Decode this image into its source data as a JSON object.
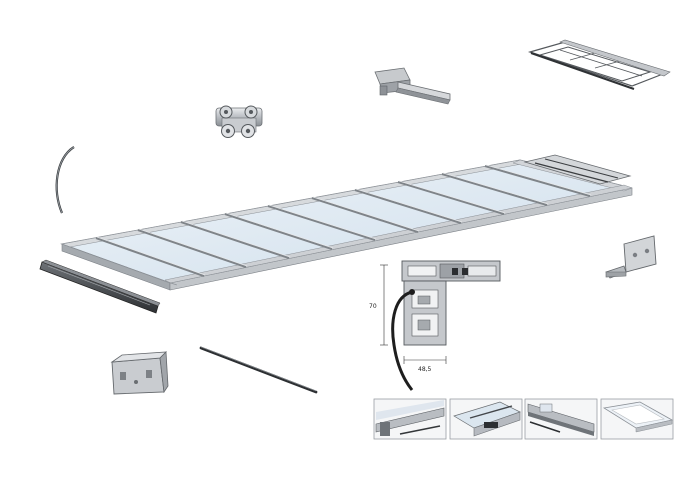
{
  "diagram": {
    "profile_dimensions": {
      "height": "70",
      "width": "48,5"
    },
    "colors": {
      "background": "#ffffff",
      "aluminium_light": "#d9dcdf",
      "aluminium_mid": "#b4b8bd",
      "aluminium_dark": "#7d8288",
      "glass": "#dbe8f2",
      "seal_black": "#1e1e1e"
    },
    "parts": [
      "curved-seal",
      "roller-trolley",
      "wall-bracket-arm",
      "top-frame-rail",
      "glass-roof-panel-assembly",
      "side-profile-rail",
      "end-cap-bracket",
      "connecting-rod",
      "corner-angle-bracket",
      "profile-cross-section",
      "detail-thumbnails"
    ]
  }
}
